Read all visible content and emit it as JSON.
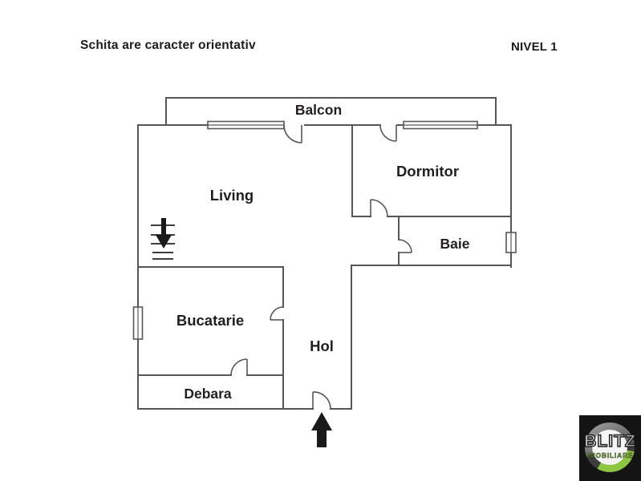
{
  "header": {
    "disclaimer": "Schita are caracter orientativ",
    "level": "NIVEL 1"
  },
  "rooms": {
    "balcon": {
      "label": "Balcon"
    },
    "living": {
      "label": "Living"
    },
    "dormitor": {
      "label": "Dormitor"
    },
    "baie": {
      "label": "Baie"
    },
    "bucatarie": {
      "label": "Bucatarie"
    },
    "hol": {
      "label": "Hol"
    },
    "debara": {
      "label": "Debara"
    }
  },
  "icons": {
    "stairs": "stairs-down-arrow",
    "entrance": "entrance-up-arrow"
  },
  "logo": {
    "brand": "BLITZ",
    "subtitle": "IMOBILIARE",
    "accent_color": "#8DC63F",
    "background_color": "#141414"
  },
  "colors": {
    "wall": "#55565a",
    "text": "#231f20"
  }
}
